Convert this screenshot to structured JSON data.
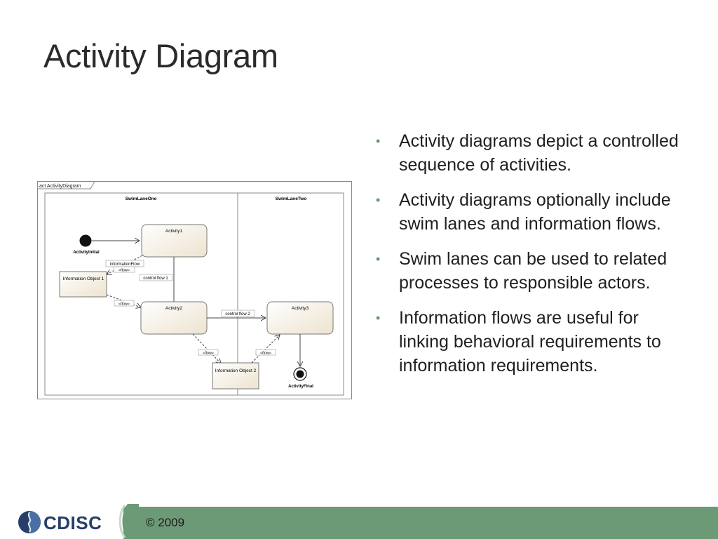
{
  "slide": {
    "title": "Activity Diagram",
    "bullets": [
      "Activity diagrams depict a controlled sequence of activities.",
      "Activity diagrams optionally include swim lanes and information flows.",
      "Swim lanes can be used to related processes to responsible actors.",
      "Information flows are useful for linking behavioral requirements to information requirements."
    ]
  },
  "diagram": {
    "frame_label": "act ActivityDiagram",
    "lane_one": "SwimLaneOne",
    "lane_two": "SwimLaneTwo",
    "initial_label": "ActivityInitial",
    "final_label": "ActivityFinal",
    "activity1": "Activity1",
    "activity2": "Activity2",
    "activity3": "Activity3",
    "info_object1": "Information Object 1",
    "info_object2": "Information Object 2",
    "info_flow_label": "informationFlow",
    "flow_stereotype": "«flow»",
    "control_flow1": "control flow 1",
    "control_flow2": "control flow 2"
  },
  "footer": {
    "brand": "CDISC",
    "copyright": "© 2009"
  },
  "colors": {
    "footer_green": "#6d9a76",
    "bullet": "#6b9a6e",
    "activity_fill": "#f5efe3",
    "logo_navy": "#273e6a"
  }
}
